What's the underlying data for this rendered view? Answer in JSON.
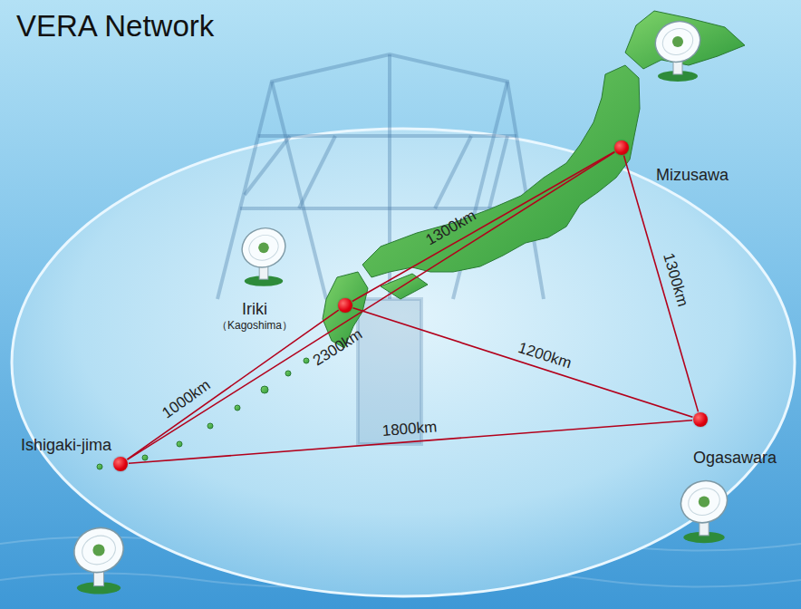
{
  "diagram": {
    "title": "VERA Network",
    "nodes": [
      {
        "text": [
          "Mizusawa"
        ]
      },
      {
        "text": [
          "Iriki",
          "（Kagoshima）"
        ]
      },
      {
        "text": [
          "Ishigaki-jima"
        ]
      },
      {
        "text": [
          "Ogasawara"
        ]
      }
    ],
    "edges": [
      {
        "from": 0,
        "to": 1,
        "arrow": "none",
        "label": "1300km"
      },
      {
        "from": 0,
        "to": 2,
        "arrow": "none",
        "label": "2300km"
      },
      {
        "from": 0,
        "to": 3,
        "arrow": "none",
        "label": "1300km"
      },
      {
        "from": 1,
        "to": 2,
        "arrow": "none",
        "label": "1000km"
      },
      {
        "from": 1,
        "to": 3,
        "arrow": "none",
        "label": "1200km"
      },
      {
        "from": 2,
        "to": 3,
        "arrow": "none",
        "label": "1800km"
      }
    ]
  }
}
